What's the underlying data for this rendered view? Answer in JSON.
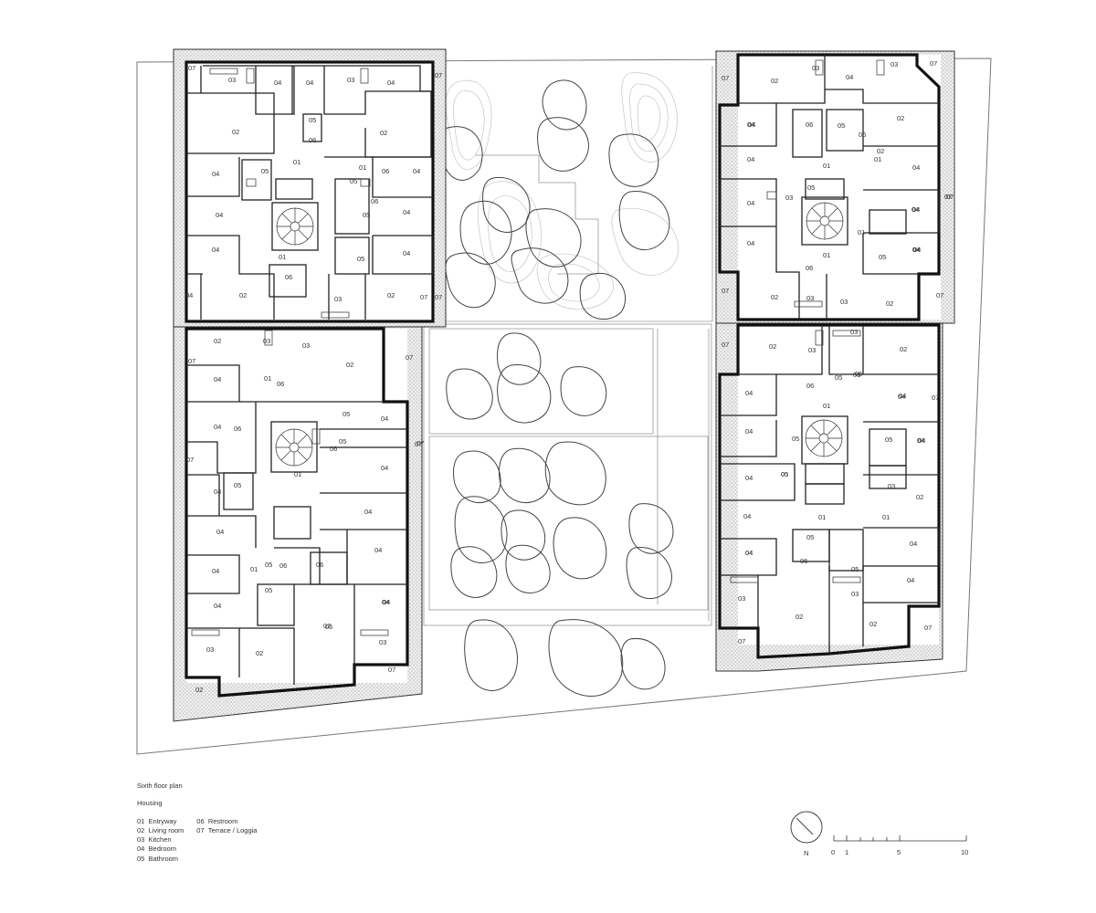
{
  "legend": {
    "title": "Sixth floor plan",
    "subtitle": "Housing",
    "items": [
      {
        "code": "01",
        "label": "Entryway"
      },
      {
        "code": "02",
        "label": "Living room"
      },
      {
        "code": "03",
        "label": "Kitchen"
      },
      {
        "code": "04",
        "label": "Bedroom"
      },
      {
        "code": "05",
        "label": "Bathroom"
      },
      {
        "code": "06",
        "label": "Restroom"
      },
      {
        "code": "07",
        "label": "Terrace / Loggia"
      }
    ]
  },
  "compass": {
    "label": "N"
  },
  "scale_bar": {
    "ticks": [
      "0",
      "1",
      "5",
      "10"
    ],
    "unit_values": [
      0,
      1,
      5,
      10
    ]
  },
  "room_labels": {
    "blockA": [
      "07",
      "03",
      "04",
      "04",
      "03",
      "04",
      "07",
      "02",
      "05",
      "06",
      "02",
      "01",
      "01",
      "06",
      "04",
      "05",
      "05",
      "04",
      "04",
      "06",
      "04",
      "05",
      "04",
      "04",
      "01",
      "06",
      "05",
      "04",
      "07",
      "02",
      "03",
      "02",
      "07"
    ],
    "blockB": [
      "04",
      "06",
      "03",
      "04",
      "01",
      "02",
      "07",
      "07",
      "02",
      "03",
      "05",
      "04",
      "04",
      "03",
      "02",
      "04",
      "05",
      "07",
      "01",
      "04",
      "07",
      "04",
      "01",
      "04",
      "04",
      "06",
      "06",
      "07",
      "04",
      "01",
      "05",
      "04",
      "03",
      "02",
      "04",
      "03",
      "02",
      "07"
    ],
    "blockC": [
      "07",
      "02",
      "03",
      "04",
      "03",
      "07",
      "04",
      "05",
      "06",
      "02",
      "04",
      "05",
      "06",
      "06",
      "04",
      "01",
      "01",
      "04",
      "05",
      "04",
      "04",
      "04",
      "05",
      "07",
      "04",
      "05",
      "06",
      "04",
      "04",
      "05",
      "06",
      "01",
      "04",
      "07",
      "02",
      "03",
      "02",
      "03",
      "07",
      "02",
      "07"
    ],
    "blockD": [
      "07",
      "02",
      "03",
      "03",
      "02",
      "04",
      "06",
      "05",
      "01",
      "04",
      "04",
      "06",
      "01",
      "04",
      "04",
      "05",
      "05",
      "04",
      "07",
      "04",
      "05",
      "05",
      "04",
      "03",
      "02",
      "04",
      "01",
      "01",
      "04",
      "05",
      "06",
      "04",
      "05",
      "04",
      "03",
      "03",
      "02",
      "02",
      "07",
      "07"
    ]
  }
}
